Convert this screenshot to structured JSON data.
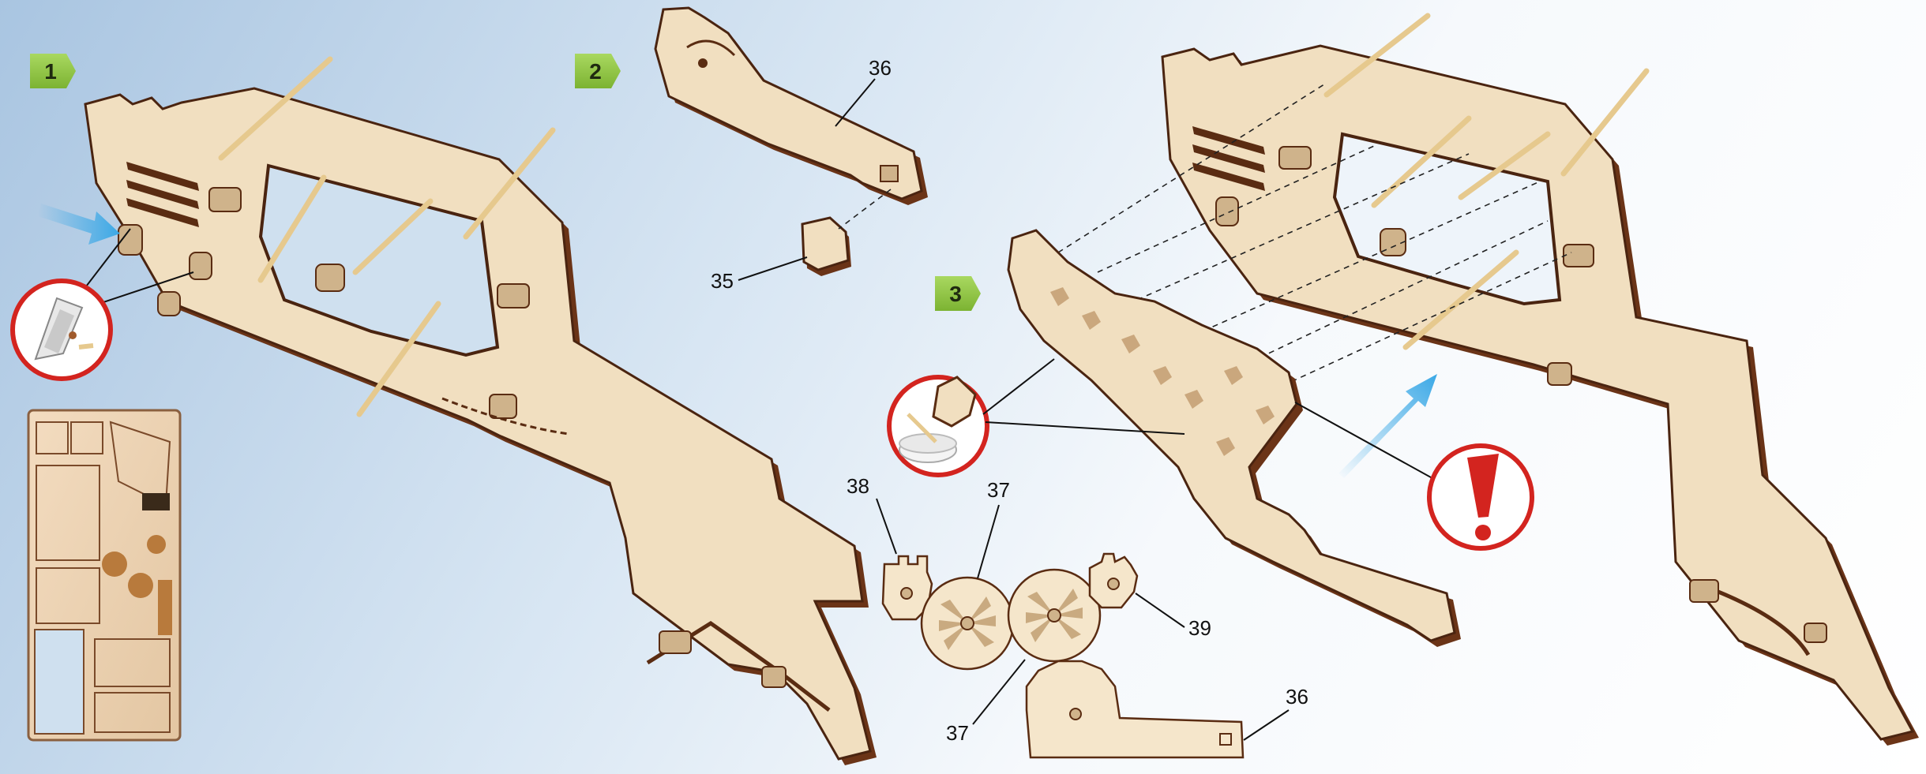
{
  "steps": [
    {
      "id": "step-1",
      "label": "1"
    },
    {
      "id": "step-2",
      "label": "2"
    },
    {
      "id": "step-3",
      "label": "3"
    }
  ],
  "part_numbers": {
    "p36_a": "36",
    "p35": "35",
    "p38": "38",
    "p37_a": "37",
    "p39": "39",
    "p37_b": "37",
    "p36_b": "36"
  },
  "colors": {
    "badge": "#8cc63f",
    "wood_face": "#f1dfc0",
    "wood_edge": "#6b3417",
    "alert_red": "#d3241f",
    "arrow_blue": "#3aa8e6"
  },
  "icons": [
    "direction-arrow-icon",
    "cutter-knife-icon",
    "glue-pot-icon",
    "exclamation-warning-icon"
  ]
}
